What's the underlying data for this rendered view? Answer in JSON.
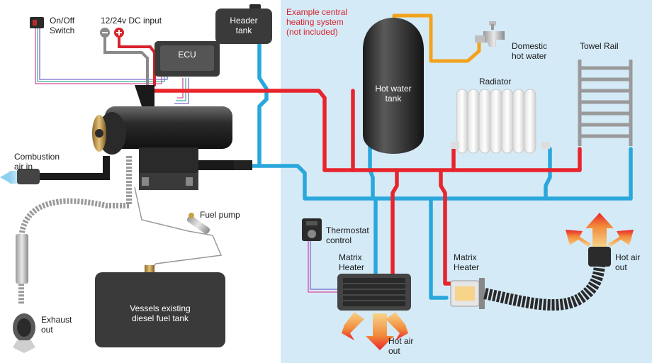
{
  "colors": {
    "hot": "#e8242c",
    "cold": "#2aa7dc",
    "domestic": "#f2a31b",
    "heating_bg": "#d5eaf7",
    "tank": "#2b2b2b"
  },
  "labels": {
    "on_off_switch": "On/Off\nSwitch",
    "dc_input": "12/24v DC input",
    "ecu": "ECU",
    "header_tank": "Header\ntank",
    "example_system": "Example central\nheating system\n(not included)",
    "hot_water_tank": "Hot water\ntank",
    "domestic_hot_water": "Domestic\nhot water",
    "radiator": "Radiator",
    "towel_rail": "Towel Rail",
    "combustion_air_in": "Combustion\nair in",
    "fuel_pump": "Fuel pump",
    "thermostat_control": "Thermostat\ncontrol",
    "matrix_heater_1": "Matrix\nHeater",
    "matrix_heater_2": "Matrix\nHeater",
    "hot_air_out_1": "Hot air\nout",
    "hot_air_out_2": "Hot air\nout",
    "fuel_tank": "Vessels existing\ndiesel fuel tank",
    "exhaust_out": "Exhaust\nout"
  },
  "icons": [
    "switch-icon",
    "minus-terminal-icon",
    "plus-terminal-icon",
    "tap-icon",
    "thermostat-icon",
    "hot-air-arrow-icon",
    "exhaust-icon"
  ]
}
